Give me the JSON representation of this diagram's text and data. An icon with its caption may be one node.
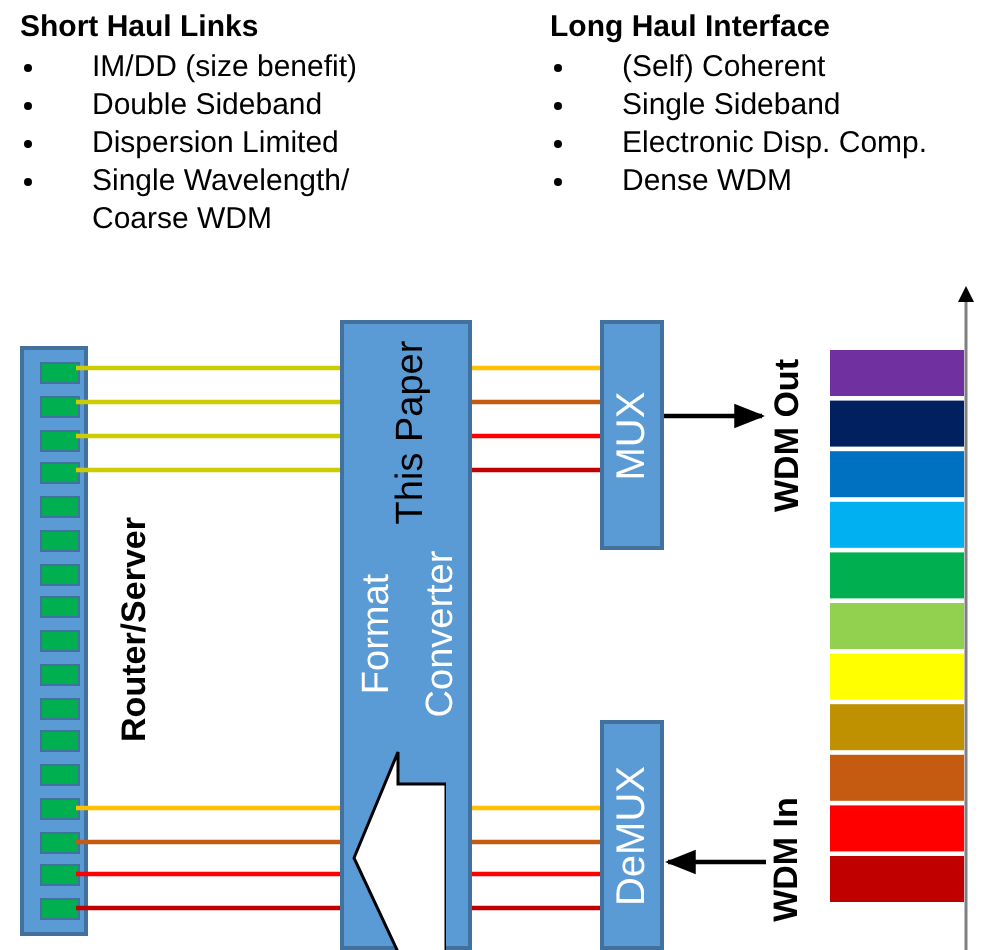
{
  "diagram": {
    "nodes": [
      {
        "text": [
          "Router/Server"
        ]
      },
      {
        "text": [],
        "shape": "box",
        "in": 0
      },
      {
        "text": [],
        "shape": "box",
        "in": 0
      },
      {
        "text": [],
        "shape": "box",
        "in": 0
      },
      {
        "text": [],
        "shape": "box",
        "in": 0
      },
      {
        "text": [],
        "shape": "box",
        "in": 0
      },
      {
        "text": [],
        "shape": "box",
        "in": 0
      },
      {
        "text": [],
        "shape": "box",
        "in": 0
      },
      {
        "text": [],
        "shape": "box",
        "in": 0
      },
      {
        "text": [],
        "shape": "box",
        "in": 0
      },
      {
        "text": [],
        "shape": "box",
        "in": 0
      },
      {
        "text": [],
        "shape": "box",
        "in": 0
      },
      {
        "text": [],
        "shape": "box",
        "in": 0
      },
      {
        "text": [],
        "shape": "box",
        "in": 0
      },
      {
        "text": [],
        "shape": "box",
        "in": 0
      },
      {
        "text": [],
        "shape": "box",
        "in": 0
      },
      {
        "text": [],
        "shape": "box",
        "in": 0
      },
      {
        "text": [],
        "shape": "box",
        "in": 0
      },
      {
        "text": [
          "This Paper",
          "Format Converter"
        ]
      },
      {
        "text": [
          "MUX"
        ]
      },
      {
        "text": [
          "WDM Out"
        ]
      },
      {
        "text": [
          "DeMUX"
        ]
      },
      {
        "text": [
          "WDM In"
        ]
      }
    ],
    "edges": [
      {
        "from": 1,
        "to": 18,
        "arrow": "none",
        "color": "#cccc00"
      },
      {
        "from": 2,
        "to": 18,
        "arrow": "none",
        "color": "#cccc00"
      },
      {
        "from": 3,
        "to": 18,
        "arrow": "none",
        "color": "#cccc00"
      },
      {
        "from": 4,
        "to": 18,
        "arrow": "none",
        "color": "#cccc00"
      },
      {
        "from": 18,
        "to": 19,
        "arrow": "none",
        "color": "#ffc000"
      },
      {
        "from": 18,
        "to": 19,
        "arrow": "none",
        "color": "#c55a11"
      },
      {
        "from": 18,
        "to": 19,
        "arrow": "none",
        "color": "#ff0000"
      },
      {
        "from": 18,
        "to": 19,
        "arrow": "none",
        "color": "#c00000"
      },
      {
        "from": 19,
        "to": 20,
        "arrow": "to",
        "color": "#000000"
      },
      {
        "from": 22,
        "to": 21,
        "arrow": "to",
        "color": "#000000"
      },
      {
        "from": 21,
        "to": 18,
        "arrow": "none",
        "color": "#ffc000"
      },
      {
        "from": 21,
        "to": 18,
        "arrow": "none",
        "color": "#c55a11"
      },
      {
        "from": 21,
        "to": 18,
        "arrow": "none",
        "color": "#ff0000"
      },
      {
        "from": 21,
        "to": 18,
        "arrow": "none",
        "color": "#c00000"
      },
      {
        "from": 18,
        "to": 14,
        "arrow": "none",
        "color": "#ffc000"
      },
      {
        "from": 18,
        "to": 15,
        "arrow": "none",
        "color": "#c55a11"
      },
      {
        "from": 18,
        "to": 16,
        "arrow": "none",
        "color": "#ff0000"
      },
      {
        "from": 18,
        "to": 17,
        "arrow": "none",
        "color": "#c00000"
      }
    ],
    "labels": [
      "Short Haul Links",
      "IM/DD (size benefit)",
      "Double Sideband",
      "Dispersion Limited",
      "Single Wavelength/ Coarse WDM",
      "Long Haul Interface",
      "(Self) Coherent",
      "Single Sideband",
      "Electronic Disp. Comp.",
      "Dense WDM"
    ]
  }
}
